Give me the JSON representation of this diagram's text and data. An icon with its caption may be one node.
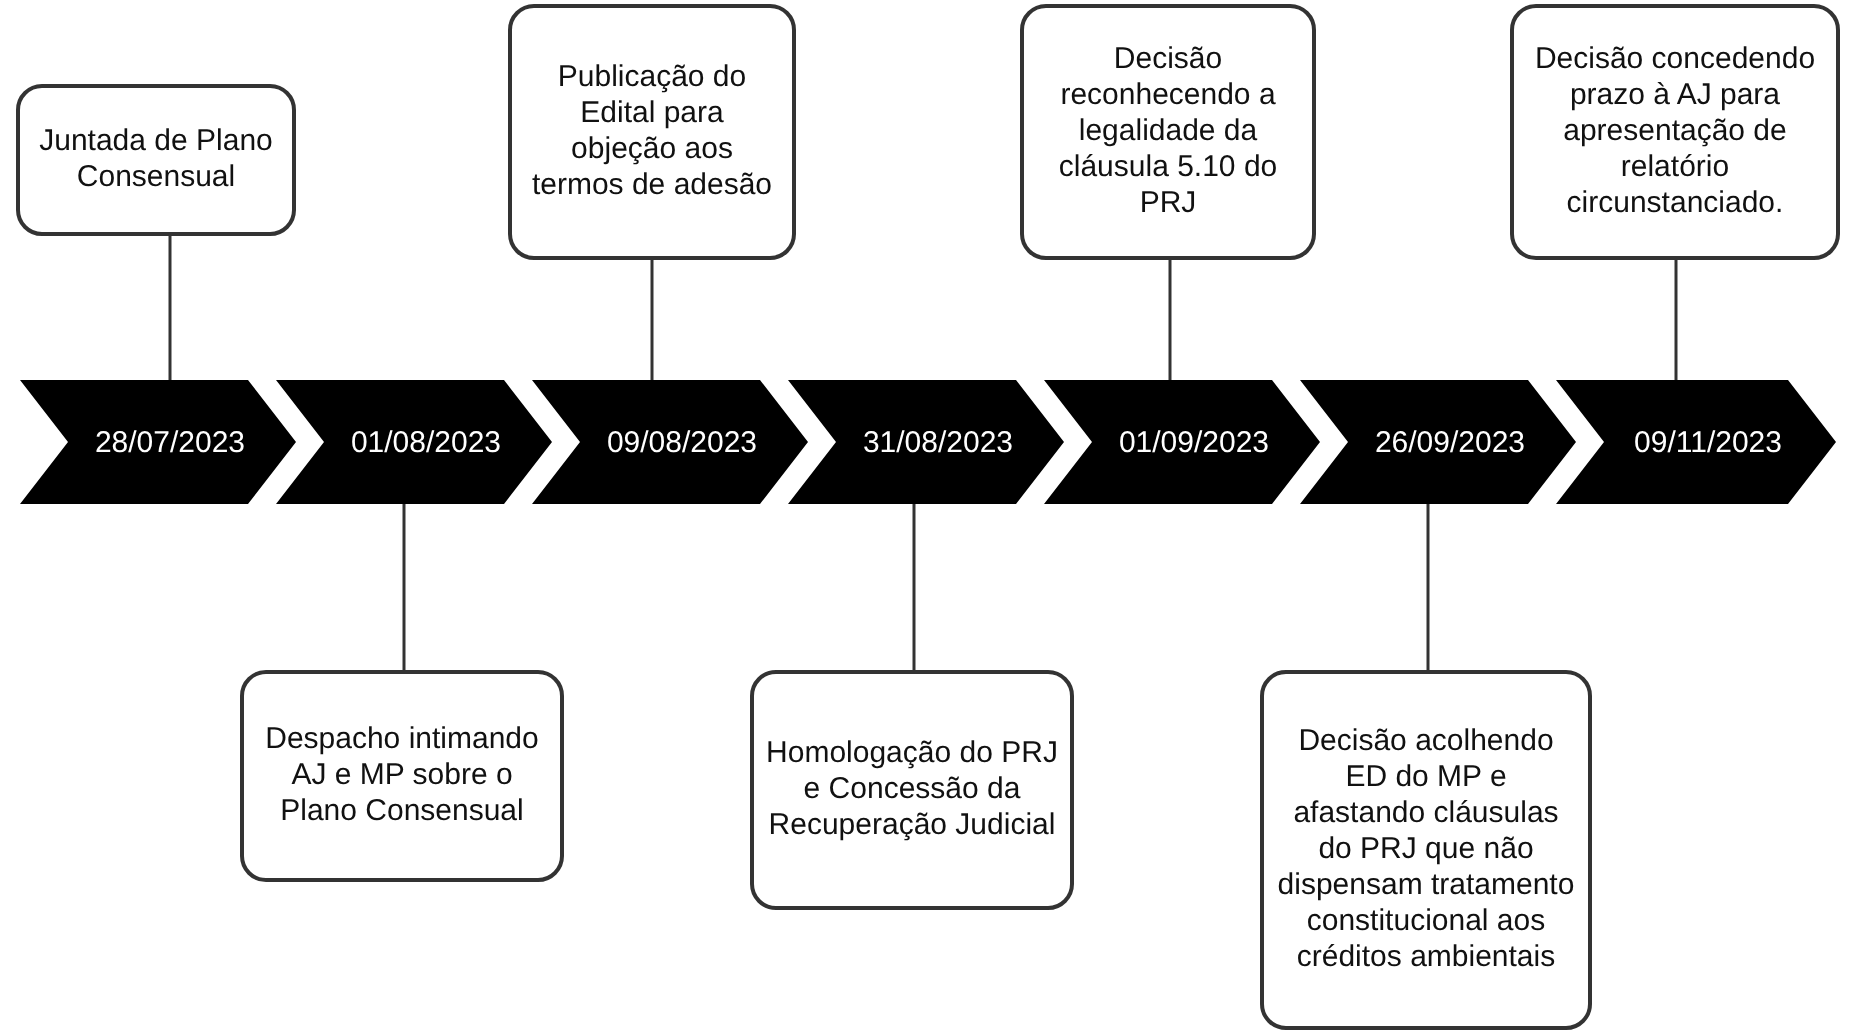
{
  "diagram": {
    "nodes": [
      {
        "text": [
          "28/07/2023"
        ]
      },
      {
        "text": [
          "01/08/2023"
        ]
      },
      {
        "text": [
          "09/08/2023"
        ]
      },
      {
        "text": [
          "31/08/2023"
        ]
      },
      {
        "text": [
          "01/09/2023"
        ]
      },
      {
        "text": [
          "26/09/2023"
        ]
      },
      {
        "text": [
          "09/11/2023"
        ]
      },
      {
        "text": [
          "Juntada de Plano Consensual"
        ]
      },
      {
        "text": [
          "Publicação do Edital para objeção aos termos de adesão"
        ]
      },
      {
        "text": [
          "Decisão reconhecendo a legalidade da cláusula 5.10 do PRJ"
        ]
      },
      {
        "text": [
          "Decisão concedendo prazo à AJ para apresentação de relatório circunstanciado."
        ]
      },
      {
        "text": [
          "Despacho intimando AJ e MP sobre o Plano Consensual"
        ]
      },
      {
        "text": [
          "Homologação do PRJ e Concessão da Recuperação Judicial"
        ]
      },
      {
        "text": [
          "Decisão acolhendo ED do MP e afastando cláusulas do PRJ que não dispensam tratamento constitucional aos créditos ambientais"
        ]
      }
    ],
    "edges": [
      {
        "from": 7,
        "to": 0,
        "arrow": "none"
      },
      {
        "from": 8,
        "to": 2,
        "arrow": "none"
      },
      {
        "from": 9,
        "to": 4,
        "arrow": "none"
      },
      {
        "from": 10,
        "to": 6,
        "arrow": "none"
      },
      {
        "from": 11,
        "to": 1,
        "arrow": "none"
      },
      {
        "from": 12,
        "to": 3,
        "arrow": "none"
      },
      {
        "from": 13,
        "to": 5,
        "arrow": "none"
      }
    ]
  }
}
